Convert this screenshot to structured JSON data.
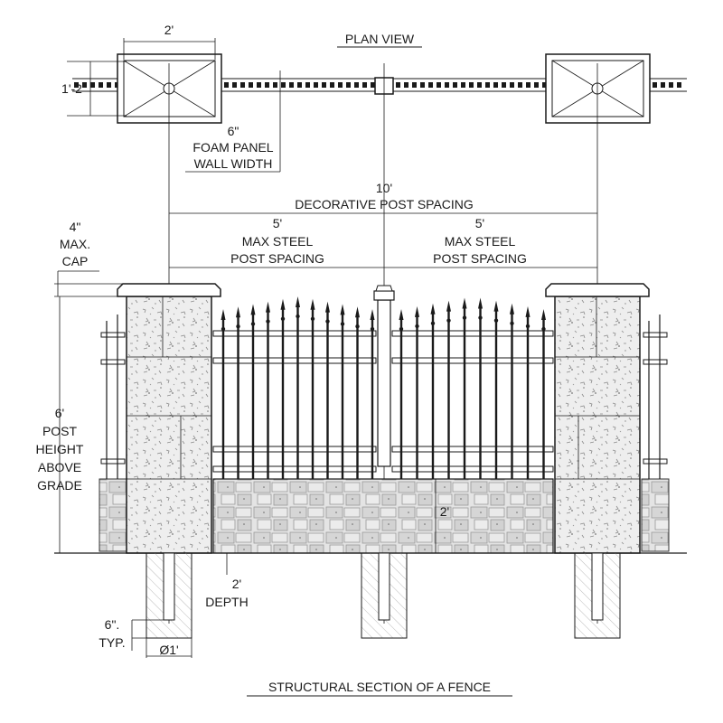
{
  "titles": {
    "plan_view": "PLAN VIEW",
    "section": "STRUCTURAL SECTION OF A FENCE"
  },
  "plan": {
    "post_width": "2'",
    "post_depth": "1'-2\"",
    "panel_width_value": "6\"",
    "panel_width_line1": "FOAM PANEL",
    "panel_width_line2": "WALL WIDTH"
  },
  "dimensions": {
    "post_spacing_value": "10'",
    "post_spacing_label": "DECORATIVE POST SPACING",
    "steel_left_value": "5'",
    "steel_left_line1": "MAX STEEL",
    "steel_left_line2": "POST SPACING",
    "steel_right_value": "5'",
    "steel_right_line1": "MAX STEEL",
    "steel_right_line2": "POST SPACING",
    "cap_value": "4\"",
    "cap_line1": "MAX.",
    "cap_line2": "CAP",
    "height_value": "6'",
    "height_line1": "POST",
    "height_line2": "HEIGHT",
    "height_line3": "ABOVE",
    "height_line4": "GRADE",
    "wall_height": "2'",
    "depth_value": "2'",
    "depth_label": "DEPTH",
    "typ_value": "6\".",
    "typ_label": "TYP.",
    "diameter": "Ø1'"
  }
}
